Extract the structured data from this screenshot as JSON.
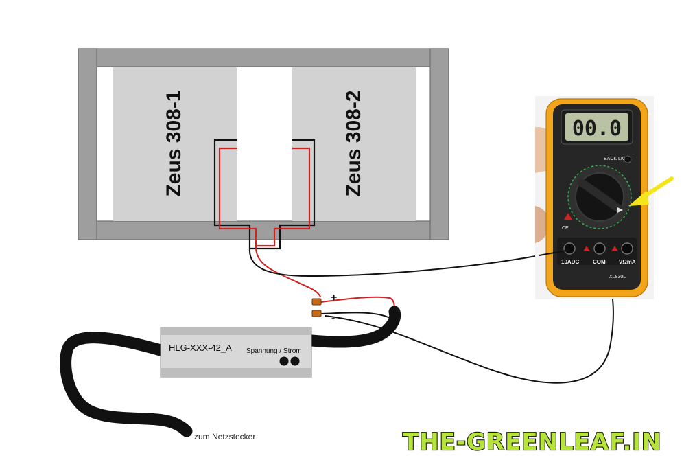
{
  "lamps": {
    "left_label": "Zeus 308-1",
    "right_label": "Zeus 308-2"
  },
  "polarity": {
    "plus": "+",
    "minus": "-"
  },
  "driver": {
    "model_label": "HLG-XXX-42_A",
    "adjust_label": "Spannung / Strom"
  },
  "mains_label": "zum Netzstecker",
  "multimeter": {
    "display_value": "00.0",
    "backlight_label": "BACK LIGHT",
    "port_10a": "10ADC",
    "port_com": "COM",
    "port_vma": "VΩmA",
    "model": "XL830L"
  },
  "watermark": "THE-GREENLEAF.IN",
  "colors": {
    "frame_gray": "#9e9e9e",
    "panel_gray": "#d2d2d2",
    "wire_red": "#d32020",
    "wire_black": "#111111",
    "meter_yellow": "#f2a51a",
    "arrow_yellow": "#f5e61c",
    "brand_green": "#b7e43a"
  }
}
